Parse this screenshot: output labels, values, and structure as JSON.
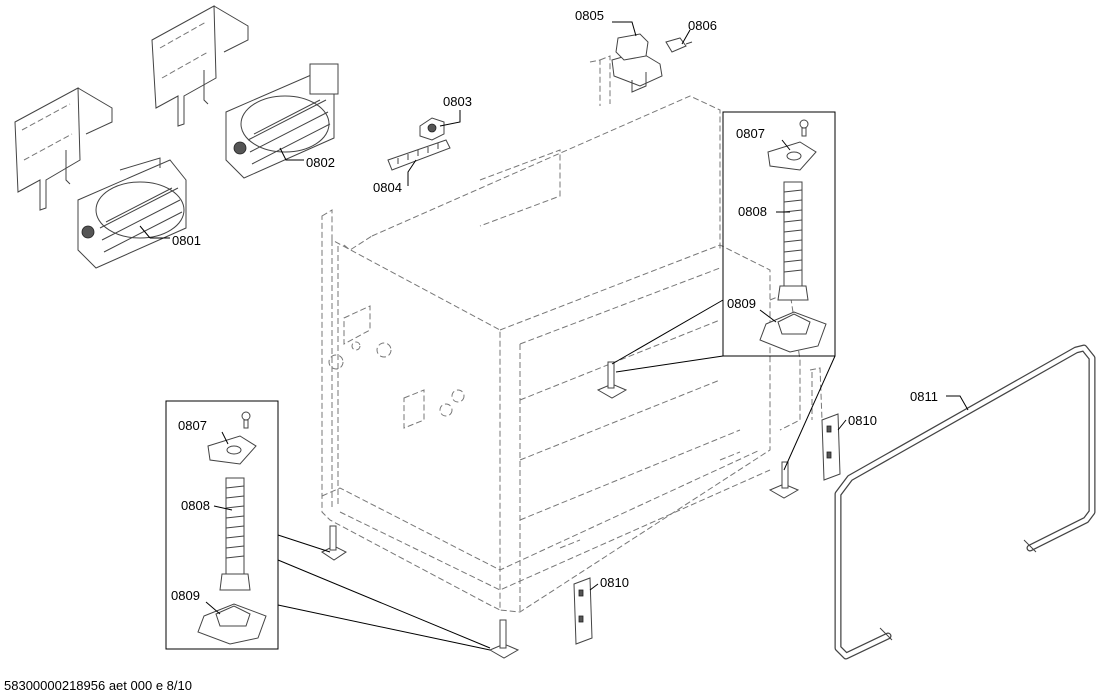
{
  "diagram": {
    "part_labels": {
      "p0801": "0801",
      "p0802": "0802",
      "p0803": "0803",
      "p0804": "0804",
      "p0805": "0805",
      "p0806": "0806",
      "p0807a": "0807",
      "p0808a": "0808",
      "p0809a": "0809",
      "p0807b": "0807",
      "p0808b": "0808",
      "p0809b": "0809",
      "p0810a": "0810",
      "p0810b": "0810",
      "p0811": "0811"
    },
    "footer": "58300000218956 aet 000 e 8/10"
  }
}
